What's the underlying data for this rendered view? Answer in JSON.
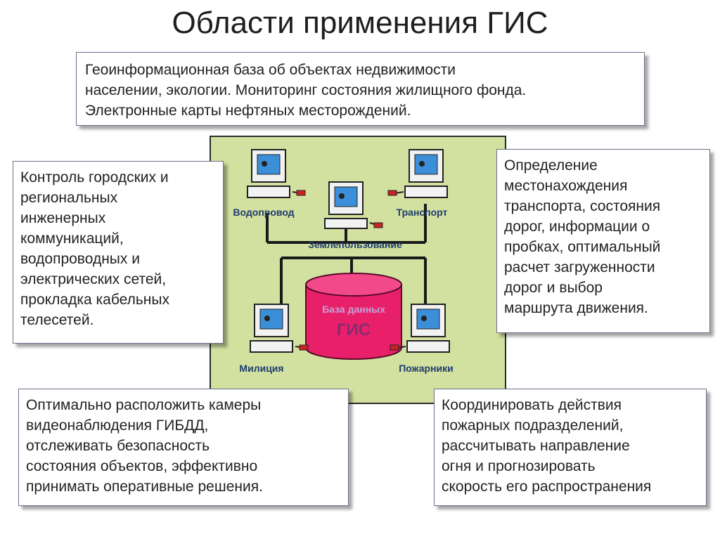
{
  "title": "Области применения ГИС",
  "boxes": {
    "top": [
      "Геоинформационная база об объектах недвижимости",
      "населении, экологии. Мониторинг состояния жилищного фонда.",
      "Электронные карты нефтяных месторождений."
    ],
    "left": [
      "Контроль городских и",
      "региональных",
      "инженерных",
      "коммуникаций,",
      "водопроводных и",
      "электрических сетей,",
      "прокладка кабельных",
      "телесетей."
    ],
    "right": [
      "Определение",
      "местонахождения",
      "транспорта, состояния",
      "дорог, информации о",
      "пробках, оптимальный",
      "расчет загруженности",
      "дорог и выбор",
      "маршрута движения."
    ],
    "bottom_left": [
      "Оптимально расположить камеры",
      "видеонаблюдения ГИБДД,",
      "отслеживать безопасность",
      "состояния объектов, эффективно",
      "принимать оперативные решения."
    ],
    "bottom_right": [
      "Координировать действия",
      "пожарных подразделений,",
      "рассчитывать направление",
      "огня и прогнозировать",
      "скорость его распространения"
    ]
  },
  "diagram": {
    "nodes": {
      "water": "Водопровод",
      "transport": "Транспорт",
      "land": "Землепользование",
      "police": "Милиция",
      "fire": "Пожарники"
    },
    "db_label_1": "База данных",
    "db_label_2": "ГИС"
  },
  "colors": {
    "panel_bg": "#d2e0a0",
    "db_fill": "#e8206a",
    "label_color": "#1e3c6e",
    "screen_color": "#3a8fd8"
  }
}
